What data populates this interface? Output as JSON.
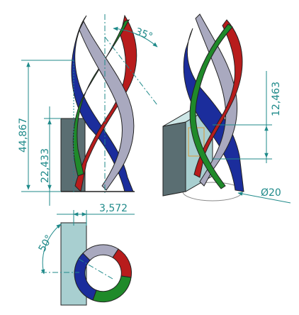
{
  "dimensions": {
    "total_height": "44,867",
    "block_height": "22,433",
    "twist_angle": "35°",
    "pitch_offset": "12,463",
    "diameter": "Ø20",
    "offset": "3,572",
    "plan_angle": "50°"
  },
  "colors": {
    "blue": "#1b2d9c",
    "red": "#b81c1c",
    "green": "#1f8a2a",
    "silver": "#a9a9bf",
    "block_dark": "#5a6e72",
    "block_light": "#a8cfd0",
    "dimension": "#1f8a8a"
  }
}
